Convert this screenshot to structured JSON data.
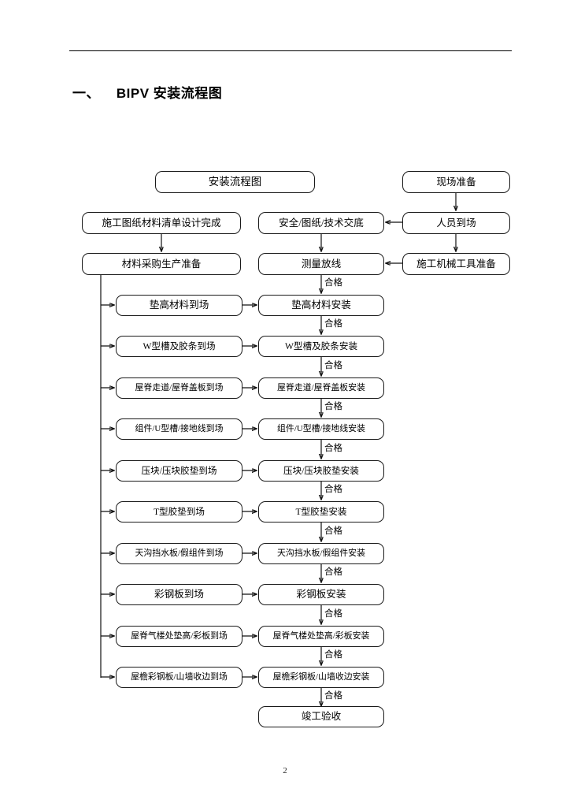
{
  "document": {
    "heading_number": "一、",
    "heading_title": "BIPV 安装流程图",
    "page_number": "2"
  },
  "flowchart": {
    "title_node": "安装流程图",
    "edge_label_pass": "合格",
    "top_section": {
      "left_col": [
        "施工图纸材料清单设计完成",
        "材料采购生产准备"
      ],
      "mid_col": [
        "安全/图纸/技术交底",
        "测量放线"
      ],
      "right_col": [
        "现场准备",
        "人员到场",
        "施工机械工具准备"
      ]
    },
    "rows": [
      {
        "arrival": "垫高材料到场",
        "install": "垫高材料安装"
      },
      {
        "arrival": "W型槽及胶条到场",
        "install": "W型槽及胶条安装"
      },
      {
        "arrival": "屋脊走道/屋脊盖板到场",
        "install": "屋脊走道/屋脊盖板安装"
      },
      {
        "arrival": "组件/U型槽/接地线到场",
        "install": "组件/U型槽/接地线安装"
      },
      {
        "arrival": "压块/压块胶垫到场",
        "install": "压块/压块胶垫安装"
      },
      {
        "arrival": "T型胶垫到场",
        "install": "T型胶垫安装"
      },
      {
        "arrival": "天沟挡水板/假组件到场",
        "install": "天沟挡水板/假组件安装"
      },
      {
        "arrival": "彩钢板到场",
        "install": "彩钢板安装"
      },
      {
        "arrival": "屋脊气楼处垫高/彩板到场",
        "install": "屋脊气楼处垫高/彩板安装"
      },
      {
        "arrival": "屋檐彩钢板/山墙收边到场",
        "install": "屋檐彩钢板/山墙收边安装"
      }
    ],
    "final_node": "竣工验收"
  }
}
